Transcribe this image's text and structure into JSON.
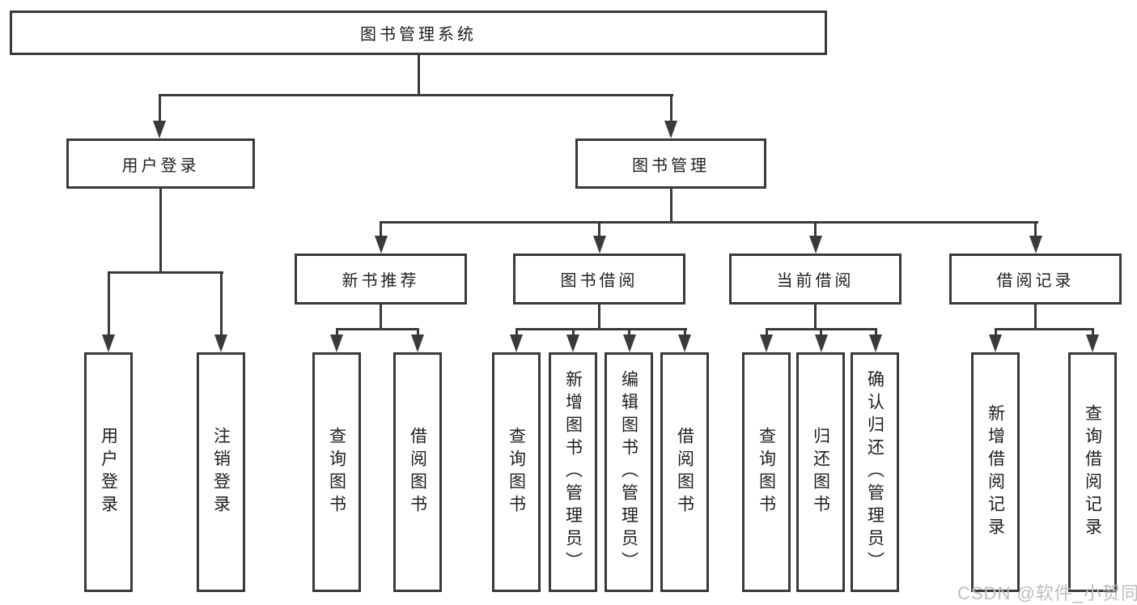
{
  "tree": {
    "label": "图书管理系统",
    "children": [
      {
        "label": "用户登录",
        "children": [
          {
            "label": "用户登录"
          },
          {
            "label": "注销登录"
          }
        ]
      },
      {
        "label": "图书管理",
        "children": [
          {
            "label": "新书推荐",
            "children": [
              {
                "label": "查询图书"
              },
              {
                "label": "借阅图书"
              }
            ]
          },
          {
            "label": "图书借阅",
            "children": [
              {
                "label": "查询图书"
              },
              {
                "label": "新增图书（管理员）"
              },
              {
                "label": "编辑图书（管理员）"
              },
              {
                "label": "借阅图书"
              }
            ]
          },
          {
            "label": "当前借阅",
            "children": [
              {
                "label": "查询图书"
              },
              {
                "label": "归还图书"
              },
              {
                "label": "确认归还（管理员）"
              }
            ]
          },
          {
            "label": "借阅记录",
            "children": [
              {
                "label": "新增借阅记录"
              },
              {
                "label": "查询借阅记录"
              }
            ]
          }
        ]
      }
    ]
  },
  "watermark": {
    "text": "CSDN @软件_小贺同学",
    "color": "#bdbdbd"
  },
  "colors": {
    "line": "#3a3a3a",
    "box_border": "#3a3a3a",
    "text": "#1e1e1e",
    "background": "#ffffff"
  }
}
